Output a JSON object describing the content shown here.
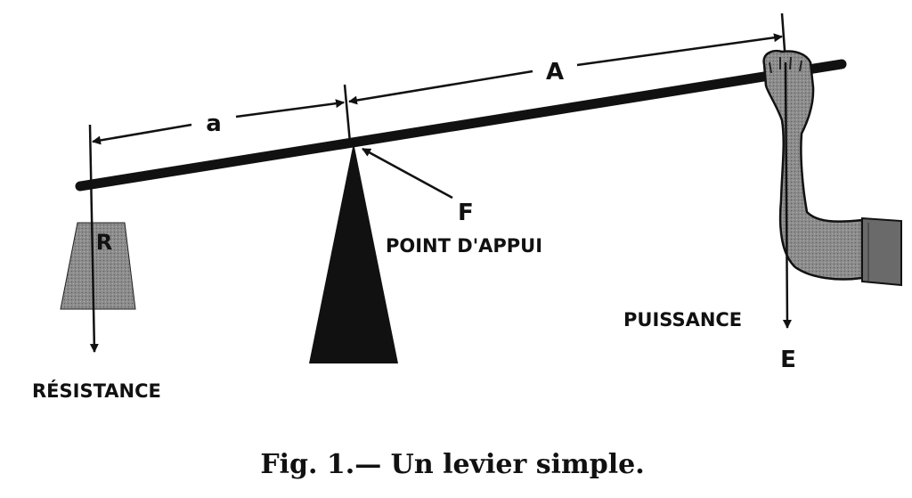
{
  "diagram": {
    "labels": {
      "a": "a",
      "A": "A",
      "F": "F",
      "R": "R",
      "E": "E",
      "point_appui": "POINT D'APPUI",
      "resistance": "RÉSISTANCE",
      "puissance": "PUISSANCE"
    },
    "caption": "Fig. 1.— Un levier simple."
  },
  "colors": {
    "ink": "#111111",
    "weight_fill": "#8a8a8a",
    "arm_fill": "#8f8f8f",
    "sleeve_fill": "#6f6f6f"
  }
}
